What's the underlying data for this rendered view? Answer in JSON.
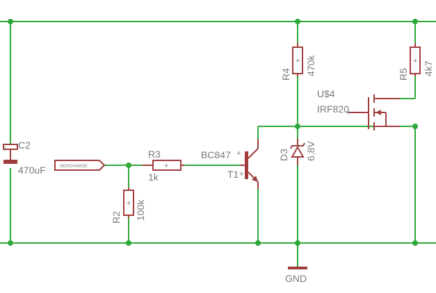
{
  "components": {
    "c2": {
      "name": "C2",
      "value": "470uF"
    },
    "r1": {
      "name": "R3",
      "value": "1k"
    },
    "r2": {
      "name": "R2",
      "value": "100k"
    },
    "r4": {
      "name": "R4",
      "value": "470k"
    },
    "r5": {
      "name": "R5",
      "value": "4k7"
    },
    "t1": {
      "name": "T1",
      "value": "BC847"
    },
    "d3": {
      "name": "D3",
      "value": "6.8V"
    },
    "u4": {
      "name": "U$4",
      "value": "IRF820"
    }
  },
  "net_label": "NDISCHARGE",
  "ground": "GND",
  "colors": {
    "wire": "#2fa83a",
    "part": "#a03c3c",
    "text": "#7a7a7a"
  }
}
